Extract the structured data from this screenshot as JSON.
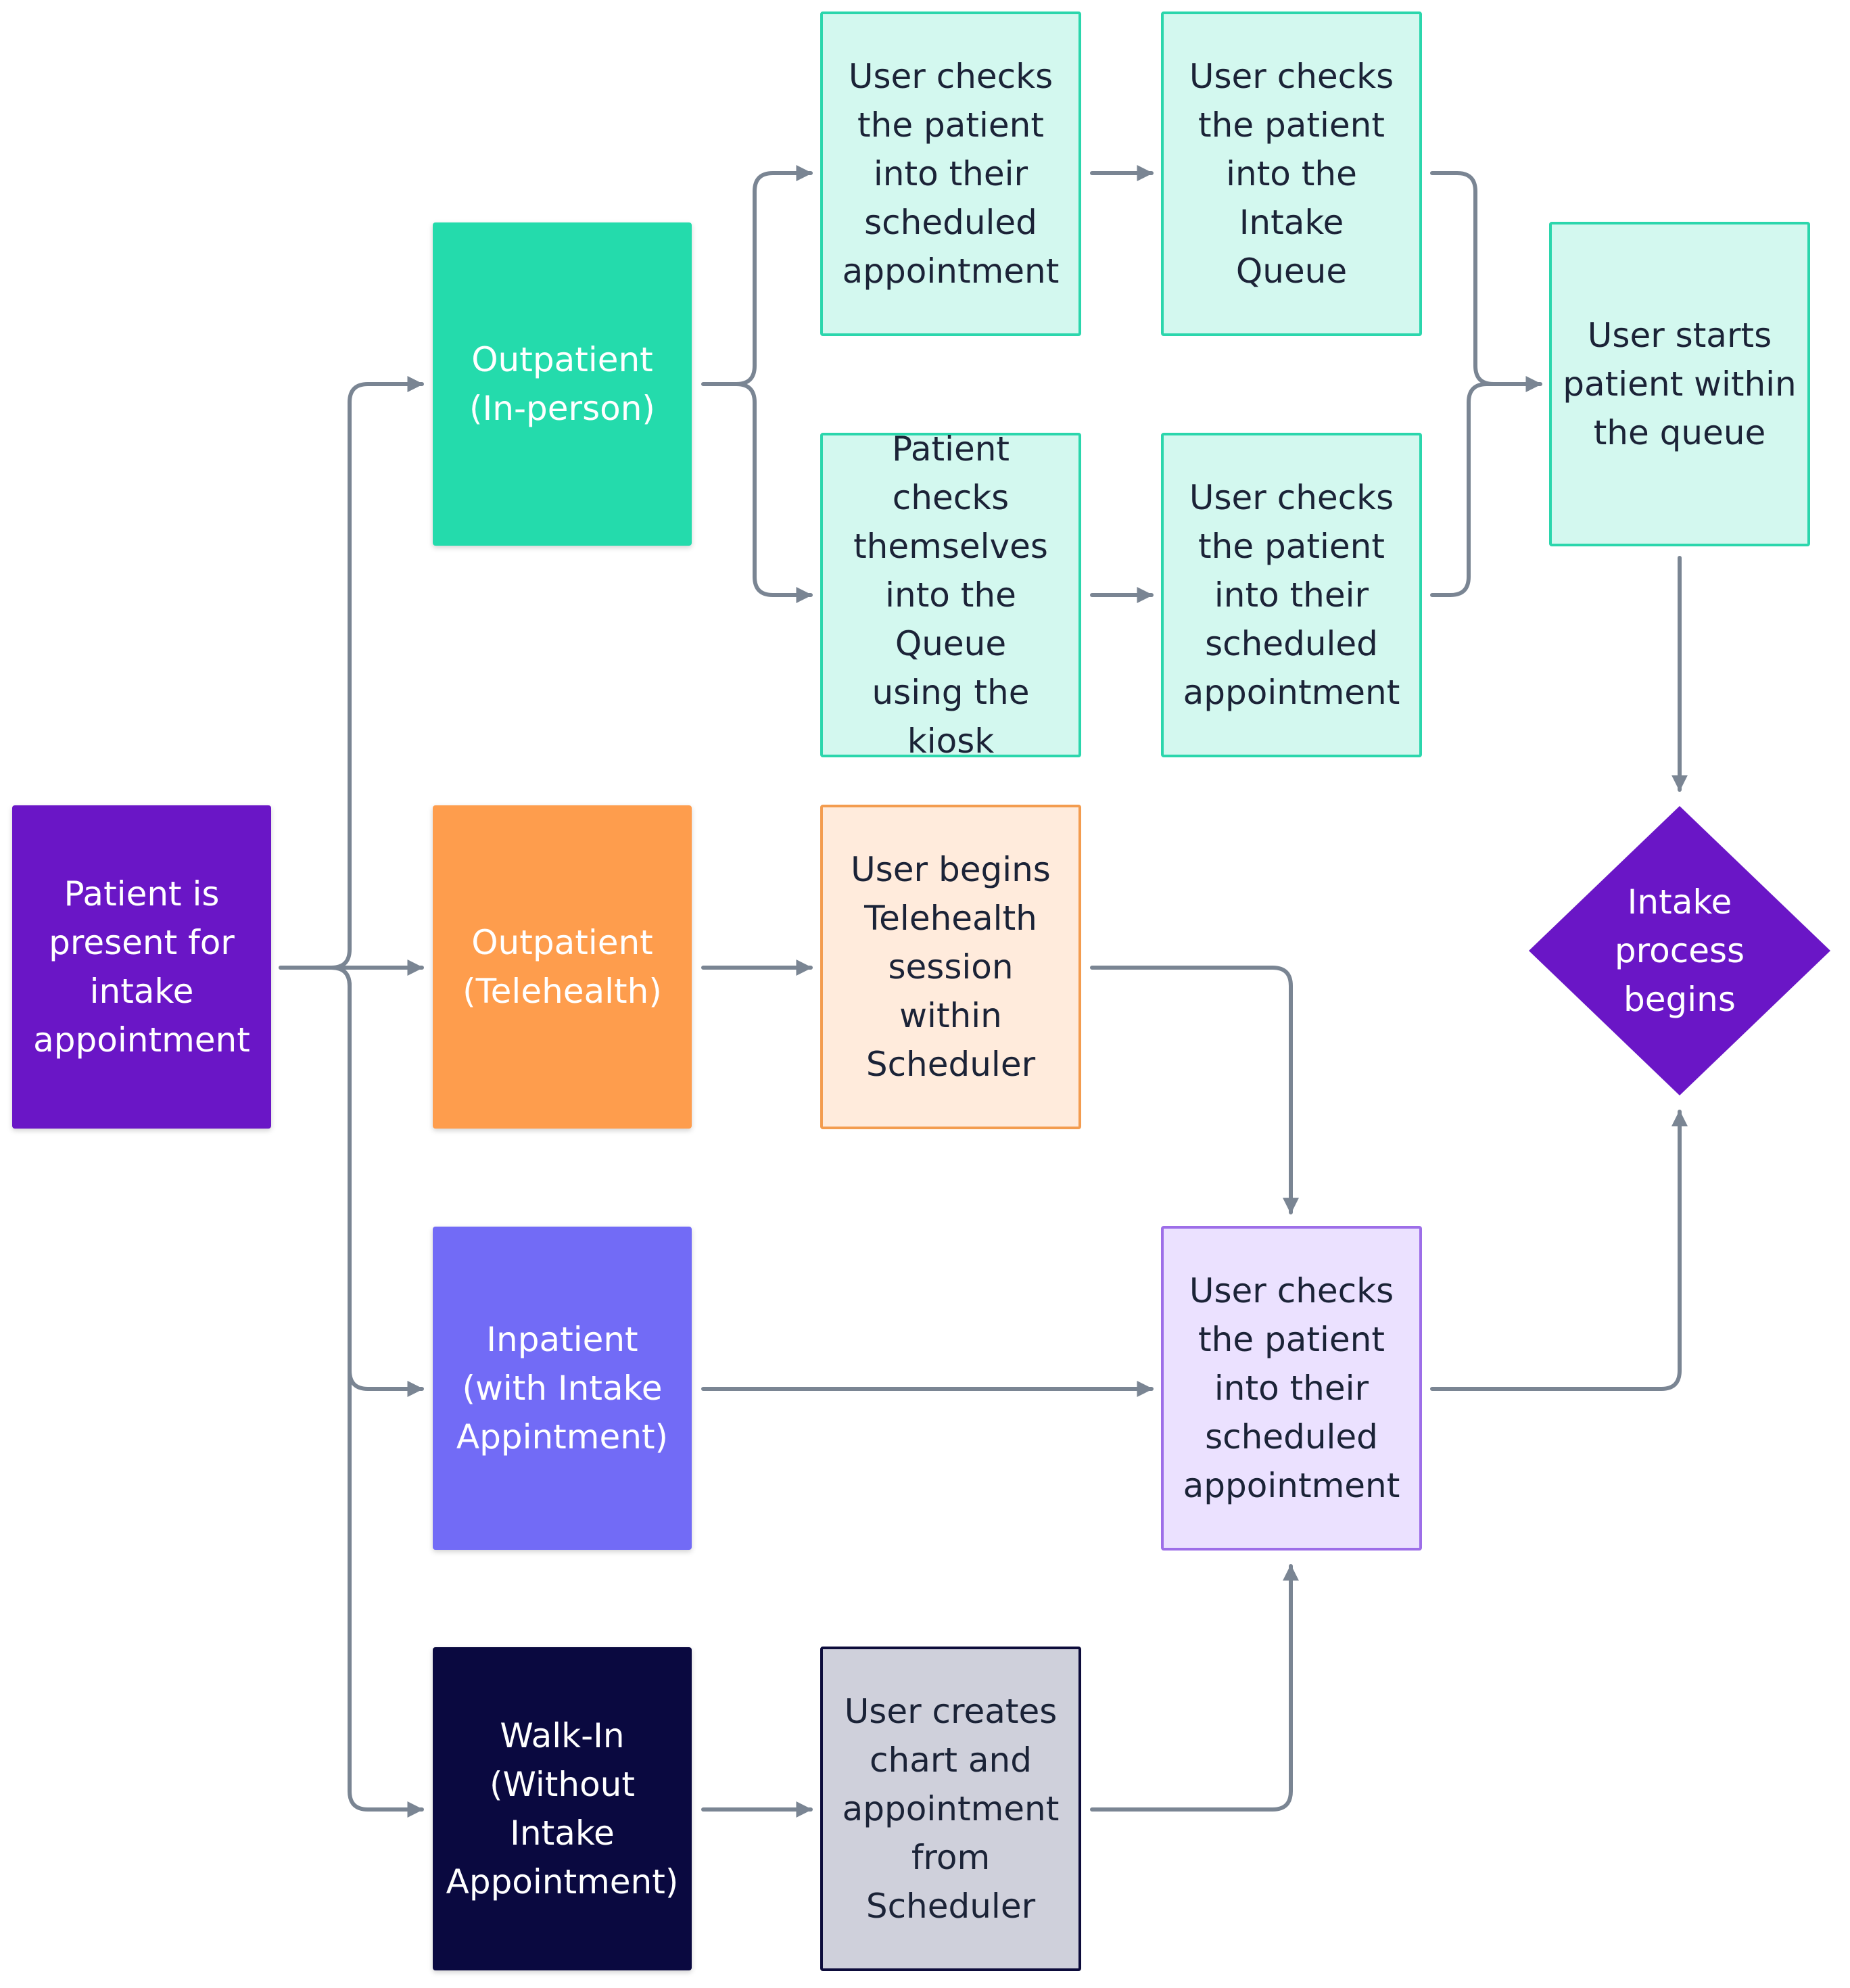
{
  "colors": {
    "connector": "#7a8593",
    "start": "#6a16c6",
    "outpatient_inperson": "#24dbac",
    "outpatient_telehealth": "#fe9d4d",
    "inpatient": "#726bf6",
    "walkin": "#0a0940",
    "mint_fill": "#d3f8ef",
    "peach_fill": "#ffebdc",
    "lavender_fill": "#ebe1ff",
    "grey_fill": "#cfd0db"
  },
  "nodes": {
    "start": [
      "Patient is",
      "present for",
      "intake",
      "appointment"
    ],
    "outpatient_inperson": [
      "Outpatient",
      "(In-person)"
    ],
    "outpatient_telehealth": [
      "Outpatient",
      "(Telehealth)"
    ],
    "inpatient": [
      "Inpatient",
      "(with Intake",
      "Appintment)"
    ],
    "walkin": [
      "Walk-In",
      "(Without",
      "Intake",
      "Appointment)"
    ],
    "checkin_scheduled_top": [
      "User checks",
      "the patient",
      "into their",
      "scheduled",
      "appointment"
    ],
    "checkin_intake_queue": [
      "User checks",
      "the patient",
      "into the Intake",
      "Queue"
    ],
    "kiosk_selfcheck": [
      "Patient",
      "checks",
      "themselves",
      "into the Queue",
      "using the",
      "kiosk"
    ],
    "checkin_scheduled_mid": [
      "User checks",
      "the patient",
      "into their",
      "scheduled",
      "appointment"
    ],
    "start_in_queue": [
      "User starts",
      "patient within",
      "the queue"
    ],
    "telehealth_session": [
      "User begins",
      "Telehealth",
      "session within",
      "Scheduler"
    ],
    "checkin_scheduled_main": [
      "User checks",
      "the patient",
      "into their",
      "scheduled",
      "appointment"
    ],
    "create_chart": [
      "User creates",
      "chart and",
      "appointment",
      "from",
      "Scheduler"
    ],
    "intake_begins": [
      "Intake",
      "process",
      "begins"
    ]
  }
}
